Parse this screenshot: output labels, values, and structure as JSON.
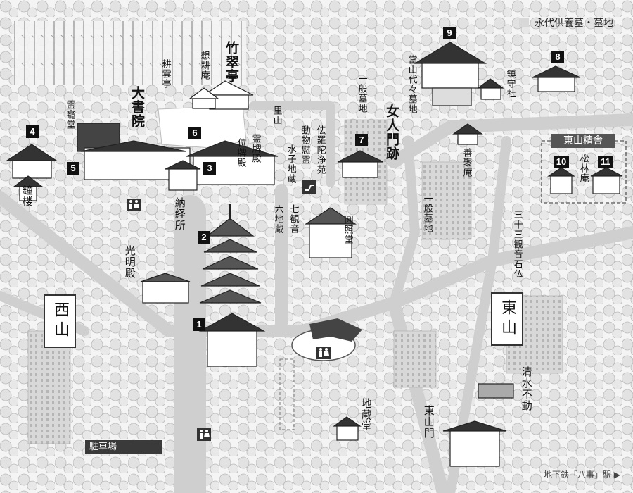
{
  "legend": {
    "label": "永代供養墓・墓地",
    "swatch_color": "#d8d8d8"
  },
  "numbers": [
    "1",
    "2",
    "3",
    "4",
    "5",
    "6",
    "7",
    "8",
    "9",
    "10",
    "11"
  ],
  "labels": {
    "chikusui_tei": "竹翠亭",
    "sokou_an": "想耕庵",
    "kouun_tei": "耕雲亭",
    "daishoin": "大書院",
    "reigan_dou": "霊龕堂",
    "shourou": "鐘楼",
    "noukyou_jo": "納経所",
    "koumyou_den": "光明殿",
    "ihai_den": "位牌殿",
    "reihai_den": "霊牌殿",
    "satoyama": "里山",
    "mizuko_jizou": "水子地蔵",
    "doubutsu_irei": "動物慰霊",
    "hora_jouen": "佉羅陀浄苑",
    "rokujizou": "六地蔵",
    "shichikannon": "七観音",
    "ennshou_dou": "圓照堂",
    "ippan_bochi_1": "一般墓地",
    "nyonin_mon": "女人門跡",
    "touzan_daidai": "當山代々墓地",
    "chinju_sha": "鎮守社",
    "zenju_an": "善聚庵",
    "higashiyama_shousha": "東山精舎",
    "shourin_an": "松林庵",
    "ippan_bochi_2": "一般墓地",
    "sanjuusan_kannon": "三十三観音石仏",
    "jizou_dou": "地蔵堂",
    "higashiyama_mon": "東山門",
    "shimizu_fudou": "清水不動",
    "nishiyama": "西山",
    "higashiyama": "東山",
    "parking": "駐車場",
    "station": "地下鉄「八事」駅 ▶"
  },
  "icons": [
    "restroom-icon",
    "restroom-icon",
    "restroom-icon",
    "elevator-icon"
  ]
}
